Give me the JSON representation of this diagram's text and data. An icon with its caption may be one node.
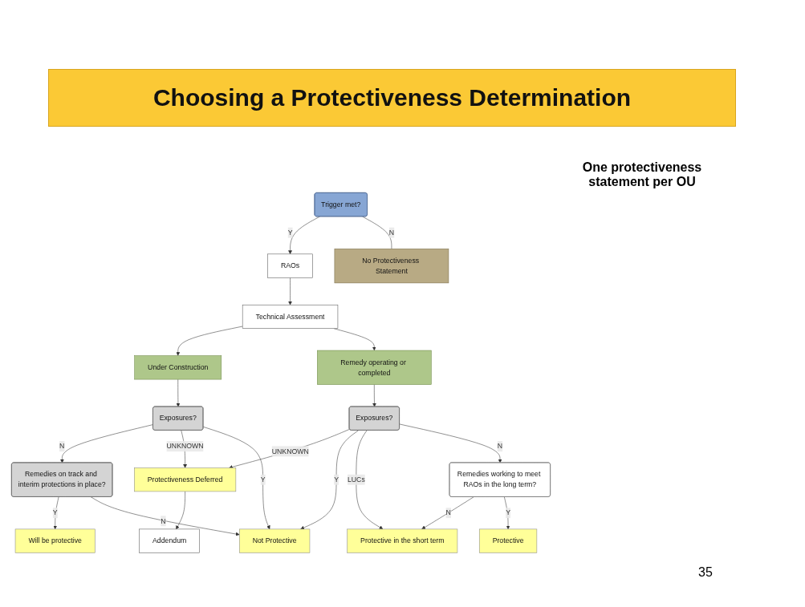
{
  "diagram": {
    "title": "Choosing a Protectiveness Determination",
    "nodes": [
      {
        "text": [
          "Trigger met?"
        ]
      },
      {
        "text": [
          "RAOs"
        ]
      },
      {
        "text": [
          "Technical Assessment"
        ]
      },
      {
        "text": [
          "Under Construction"
        ]
      },
      {
        "text": [
          "Remedy operating or completed"
        ]
      },
      {
        "text": [
          "Exposures?"
        ]
      },
      {
        "text": [
          "Exposures?"
        ]
      },
      {
        "text": [
          "Remedies on track and interim protections in place?"
        ]
      },
      {
        "text": [
          "Protectiveness Deferred"
        ]
      },
      {
        "text": [
          "Addendum"
        ]
      },
      {
        "text": [
          "Remedies working to meet RAOs in the long term?"
        ]
      },
      {
        "text": [
          "No Protectiveness Statement"
        ]
      },
      {
        "text": [
          "Will be protective"
        ]
      },
      {
        "text": [
          "Not Protective"
        ]
      },
      {
        "text": [
          "Protective in the short term"
        ]
      },
      {
        "text": [
          "Protective"
        ]
      }
    ],
    "edges": [
      {
        "from": 0,
        "to": 1,
        "label": "Y",
        "arrow": "to"
      },
      {
        "from": 1,
        "to": 2,
        "arrow": "to"
      },
      {
        "from": 2,
        "to": 3,
        "arrow": "to"
      },
      {
        "from": 2,
        "to": 4,
        "arrow": "to"
      },
      {
        "from": 0,
        "to": 11,
        "label": "N",
        "arrow": "none"
      },
      {
        "from": 3,
        "to": 5,
        "arrow": "to"
      },
      {
        "from": 4,
        "to": 6,
        "arrow": "to"
      },
      {
        "from": 5,
        "to": 7,
        "label": "N",
        "arrow": "to"
      },
      {
        "from": 5,
        "to": 8,
        "label": "UNKNOWN",
        "arrow": "to"
      },
      {
        "from": 5,
        "to": 13,
        "label": "Y",
        "arrow": "to"
      },
      {
        "from": 6,
        "to": 8,
        "label": "UNKNOWN",
        "arrow": "to"
      },
      {
        "from": 6,
        "to": 13,
        "label": "Y",
        "arrow": "to"
      },
      {
        "from": 6,
        "to": 14,
        "label": "LUCs",
        "arrow": "to"
      },
      {
        "from": 6,
        "to": 10,
        "label": "N",
        "arrow": "to"
      },
      {
        "from": 7,
        "to": 12,
        "label": "Y",
        "arrow": "to"
      },
      {
        "from": 7,
        "to": 13,
        "label": "N",
        "arrow": "to"
      },
      {
        "from": 8,
        "to": 9,
        "arrow": "to"
      },
      {
        "from": 10,
        "to": 14,
        "label": "N",
        "arrow": "to"
      },
      {
        "from": 10,
        "to": 15,
        "label": "Y",
        "arrow": "to"
      }
    ],
    "labels": [
      "One protectiveness statement per OU",
      "35"
    ]
  }
}
